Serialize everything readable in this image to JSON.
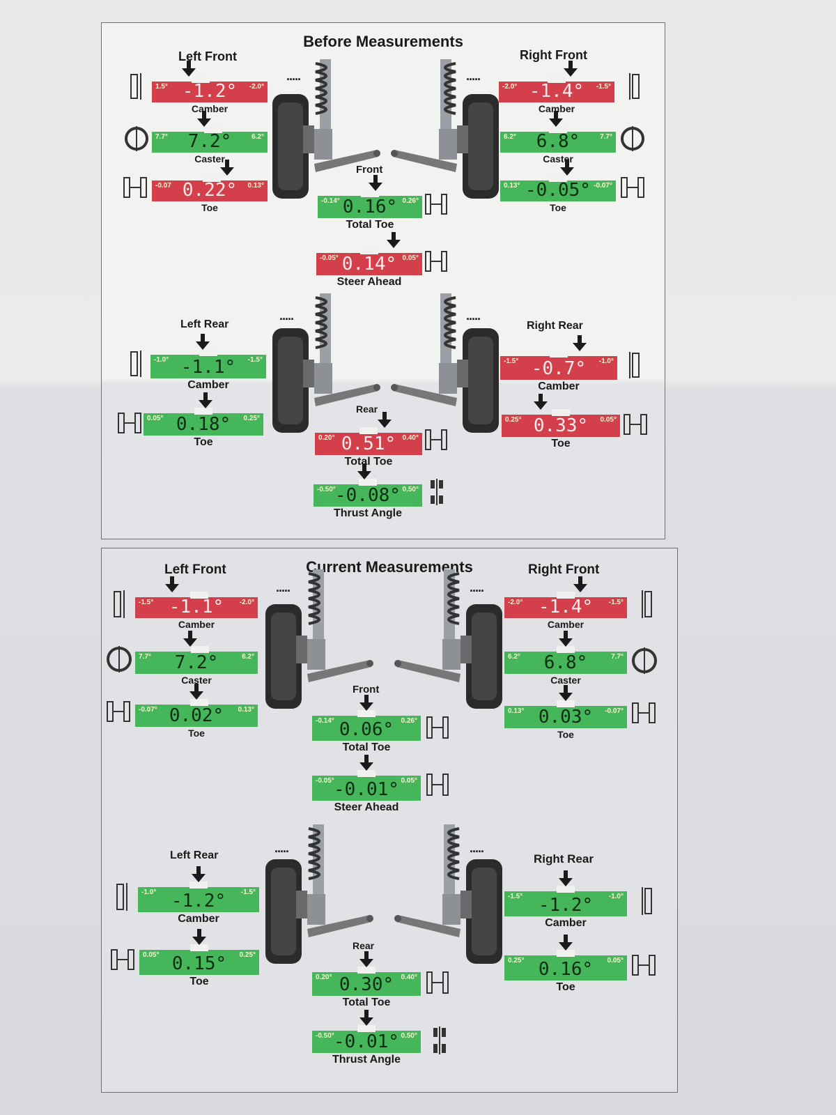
{
  "colors": {
    "ok": "#46b65b",
    "out": "#d3404b"
  },
  "before": {
    "title": "Before Measurements",
    "front": {
      "left_label": "Left Front",
      "right_label": "Right Front",
      "center_label": "Front",
      "left_camber": {
        "lo": "1.5°",
        "hi": "-2.0°",
        "value": "-1.2°",
        "caption": "Camber",
        "status": "out"
      },
      "left_caster": {
        "lo": "7.7°",
        "hi": "6.2°",
        "value": "7.2°",
        "caption": "Caster",
        "status": "ok"
      },
      "left_toe": {
        "lo": "-0.07",
        "hi": "0.13°",
        "value": "0.22°",
        "caption": "Toe",
        "status": "out"
      },
      "right_camber": {
        "lo": "-2.0°",
        "hi": "-1.5°",
        "value": "-1.4°",
        "caption": "Camber",
        "status": "out"
      },
      "right_caster": {
        "lo": "6.2°",
        "hi": "7.7°",
        "value": "6.8°",
        "caption": "Caster",
        "status": "ok"
      },
      "right_toe": {
        "lo": "0.13°",
        "hi": "-0.07°",
        "value": "-0.05°",
        "caption": "Toe",
        "status": "ok"
      },
      "total_toe": {
        "lo": "-0.14°",
        "hi": "0.26°",
        "value": "0.16°",
        "caption": "Total Toe",
        "status": "ok"
      },
      "steer_ahead": {
        "lo": "-0.05°",
        "hi": "0.05°",
        "value": "0.14°",
        "caption": "Steer Ahead",
        "status": "out"
      }
    },
    "rear": {
      "left_label": "Left Rear",
      "right_label": "Right Rear",
      "center_label": "Rear",
      "left_camber": {
        "lo": "-1.0°",
        "hi": "-1.5°",
        "value": "-1.1°",
        "caption": "Camber",
        "status": "ok"
      },
      "left_toe": {
        "lo": "0.05°",
        "hi": "0.25°",
        "value": "0.18°",
        "caption": "Toe",
        "status": "ok"
      },
      "right_camber": {
        "lo": "-1.5°",
        "hi": "-1.0°",
        "value": "-0.7°",
        "caption": "Camber",
        "status": "out"
      },
      "right_toe": {
        "lo": "0.25°",
        "hi": "0.05°",
        "value": "0.33°",
        "caption": "Toe",
        "status": "out"
      },
      "total_toe": {
        "lo": "0.20°",
        "hi": "0.40°",
        "value": "0.51°",
        "caption": "Total Toe",
        "status": "out"
      },
      "thrust_angle": {
        "lo": "-0.50°",
        "hi": "0.50°",
        "value": "-0.08°",
        "caption": "Thrust Angle",
        "status": "ok"
      }
    }
  },
  "current": {
    "title": "Current Measurements",
    "front": {
      "left_label": "Left Front",
      "right_label": "Right Front",
      "center_label": "Front",
      "left_camber": {
        "lo": "-1.5°",
        "hi": "-2.0°",
        "value": "-1.1°",
        "caption": "Camber",
        "status": "out"
      },
      "left_caster": {
        "lo": "7.7°",
        "hi": "6.2°",
        "value": "7.2°",
        "caption": "Caster",
        "status": "ok"
      },
      "left_toe": {
        "lo": "-0.07°",
        "hi": "0.13°",
        "value": "0.02°",
        "caption": "Toe",
        "status": "ok"
      },
      "right_camber": {
        "lo": "-2.0°",
        "hi": "-1.5°",
        "value": "-1.4°",
        "caption": "Camber",
        "status": "out"
      },
      "right_caster": {
        "lo": "6.2°",
        "hi": "7.7°",
        "value": "6.8°",
        "caption": "Caster",
        "status": "ok"
      },
      "right_toe": {
        "lo": "0.13°",
        "hi": "-0.07°",
        "value": "0.03°",
        "caption": "Toe",
        "status": "ok"
      },
      "total_toe": {
        "lo": "-0.14°",
        "hi": "0.26°",
        "value": "0.06°",
        "caption": "Total Toe",
        "status": "ok"
      },
      "steer_ahead": {
        "lo": "-0.05°",
        "hi": "0.05°",
        "value": "-0.01°",
        "caption": "Steer Ahead",
        "status": "ok"
      }
    },
    "rear": {
      "left_label": "Left Rear",
      "right_label": "Right Rear",
      "center_label": "Rear",
      "left_camber": {
        "lo": "-1.0°",
        "hi": "-1.5°",
        "value": "-1.2°",
        "caption": "Camber",
        "status": "ok"
      },
      "left_toe": {
        "lo": "0.05°",
        "hi": "0.25°",
        "value": "0.15°",
        "caption": "Toe",
        "status": "ok"
      },
      "right_camber": {
        "lo": "-1.5°",
        "hi": "-1.0°",
        "value": "-1.2°",
        "caption": "Camber",
        "status": "ok"
      },
      "right_toe": {
        "lo": "0.25°",
        "hi": "0.05°",
        "value": "0.16°",
        "caption": "Toe",
        "status": "ok"
      },
      "total_toe": {
        "lo": "0.20°",
        "hi": "0.40°",
        "value": "0.30°",
        "caption": "Total Toe",
        "status": "ok"
      },
      "thrust_angle": {
        "lo": "-0.50°",
        "hi": "0.50°",
        "value": "-0.01°",
        "caption": "Thrust Angle",
        "status": "ok"
      }
    }
  }
}
